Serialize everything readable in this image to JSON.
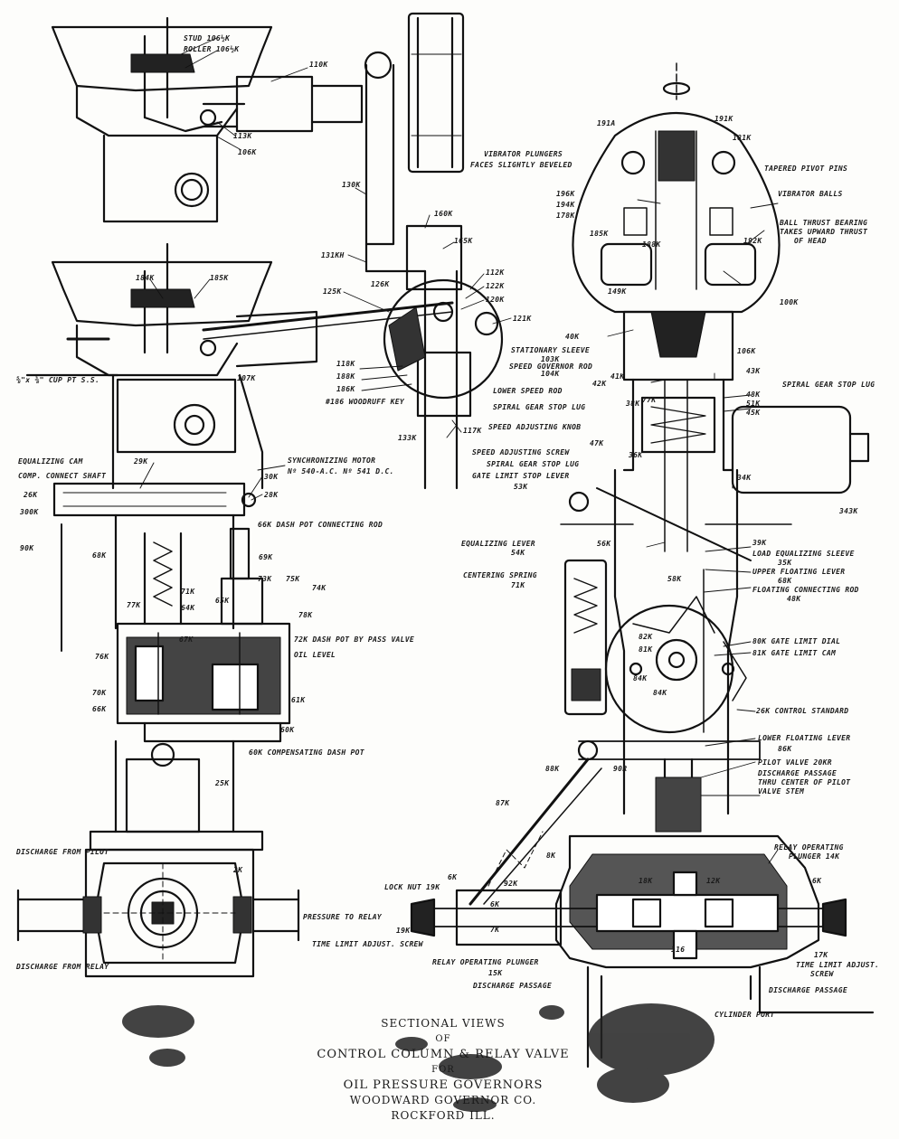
{
  "title_block": {
    "line1": "SECTIONAL VIEWS",
    "line2": "OF",
    "line3": "CONTROL COLUMN & RELAY VALVE",
    "line4": "FOR",
    "line5": "OIL PRESSURE GOVERNORS",
    "line6": "WOODWARD GOVERNOR CO.",
    "line7": "ROCKFORD          ILL."
  },
  "labels": [
    {
      "id": "stud",
      "text": "STUD 106½K"
    },
    {
      "id": "roller",
      "text": "ROLLER 106½K"
    },
    {
      "id": "l110k",
      "text": "110K"
    },
    {
      "id": "l113k",
      "text": "113K"
    },
    {
      "id": "l106k",
      "text": "106K"
    },
    {
      "id": "l130k",
      "text": "130K"
    },
    {
      "id": "l160k",
      "text": "160K"
    },
    {
      "id": "l165k",
      "text": "165K"
    },
    {
      "id": "l131kh",
      "text": "131KH"
    },
    {
      "id": "l126k",
      "text": "126K"
    },
    {
      "id": "l184k",
      "text": "184K"
    },
    {
      "id": "l185k",
      "text": "185K"
    },
    {
      "id": "l125k",
      "text": "125K"
    },
    {
      "id": "l112k",
      "text": "112K"
    },
    {
      "id": "l122k",
      "text": "122K"
    },
    {
      "id": "l120k",
      "text": "120K"
    },
    {
      "id": "l121k",
      "text": "121K"
    },
    {
      "id": "cup",
      "text": "⅝\"x ⅜\" CUP PT S.S."
    },
    {
      "id": "l118k",
      "text": "118K"
    },
    {
      "id": "l188k",
      "text": "188K"
    },
    {
      "id": "l186k",
      "text": "186K"
    },
    {
      "id": "woodruff",
      "text": "#186 WOODRUFF KEY"
    },
    {
      "id": "l107k",
      "text": "107K"
    },
    {
      "id": "l133k",
      "text": "133K"
    },
    {
      "id": "l117k",
      "text": "117K"
    },
    {
      "id": "synch",
      "text": "SYNCHRONIZING MOTOR"
    },
    {
      "id": "synchno",
      "text": "Nº 540-A.C. Nº 541 D.C."
    },
    {
      "id": "equal",
      "text": "EQUALIZING CAM"
    },
    {
      "id": "comp",
      "text": "COMP. CONNECT SHAFT"
    },
    {
      "id": "l29k",
      "text": "29K"
    },
    {
      "id": "l26k",
      "text": "26K"
    },
    {
      "id": "l300k",
      "text": "300K"
    },
    {
      "id": "l30k",
      "text": "30K"
    },
    {
      "id": "l28k",
      "text": "28K"
    },
    {
      "id": "l90k",
      "text": "90K"
    },
    {
      "id": "dashrod",
      "text": "66K DASH POT CONNECTING ROD"
    },
    {
      "id": "l68k",
      "text": "68K"
    },
    {
      "id": "l69k",
      "text": "69K"
    },
    {
      "id": "l77k",
      "text": "77K"
    },
    {
      "id": "l71k",
      "text": "71K"
    },
    {
      "id": "l64k",
      "text": "64K"
    },
    {
      "id": "l73k",
      "text": "73K"
    },
    {
      "id": "l75k",
      "text": "75K"
    },
    {
      "id": "l74k",
      "text": "74K"
    },
    {
      "id": "l78k",
      "text": "78K"
    },
    {
      "id": "l65k",
      "text": "65K"
    },
    {
      "id": "l67k",
      "text": "67K"
    },
    {
      "id": "l76k",
      "text": "76K"
    },
    {
      "id": "bypass",
      "text": "72K DASH POT BY PASS VALVE"
    },
    {
      "id": "oil",
      "text": "OIL LEVEL"
    },
    {
      "id": "l70k",
      "text": "70K"
    },
    {
      "id": "l66k",
      "text": "66K"
    },
    {
      "id": "l61k",
      "text": "61K"
    },
    {
      "id": "l60k",
      "text": "60K"
    },
    {
      "id": "compdash",
      "text": "60K COMPENSATING DASH POT"
    },
    {
      "id": "l25k",
      "text": "25K"
    },
    {
      "id": "dischpilot",
      "text": "DISCHARGE FROM PILOT"
    },
    {
      "id": "l2k",
      "text": "2K"
    },
    {
      "id": "pressrelay",
      "text": "PRESSURE TO RELAY"
    },
    {
      "id": "dischrelay",
      "text": "DISCHARGE FROM RELAY"
    },
    {
      "id": "timelimit",
      "text": "TIME LIMIT ADJUST. SCREW"
    },
    {
      "id": "l191a",
      "text": "191A"
    },
    {
      "id": "l191k",
      "text": "191K"
    },
    {
      "id": "vibplung",
      "text": "VIBRATOR PLUNGERS"
    },
    {
      "id": "vibplung2",
      "text": "FACES SLIGHTLY BEVELED"
    },
    {
      "id": "l181k",
      "text": "181K"
    },
    {
      "id": "tapered",
      "text": "TAPERED PIVOT PINS"
    },
    {
      "id": "vibballs",
      "text": "VIBRATOR BALLS"
    },
    {
      "id": "l196k",
      "text": "196K"
    },
    {
      "id": "l194k",
      "text": "194K"
    },
    {
      "id": "l178k",
      "text": "178K"
    },
    {
      "id": "l185k2",
      "text": "185K"
    },
    {
      "id": "l188k2",
      "text": "188K"
    },
    {
      "id": "l192k",
      "text": "192K"
    },
    {
      "id": "ballthrust",
      "text": "BALL THRUST BEARING"
    },
    {
      "id": "ballthrust2",
      "text": "TAKES UPWARD THRUST"
    },
    {
      "id": "ballthrust3",
      "text": "OF HEAD"
    },
    {
      "id": "l149k",
      "text": "149K"
    },
    {
      "id": "l100k",
      "text": "100K"
    },
    {
      "id": "l40k",
      "text": "40K"
    },
    {
      "id": "statsleeve",
      "text": "STATIONARY SLEEVE"
    },
    {
      "id": "l103k",
      "text": "103K"
    },
    {
      "id": "speedrod",
      "text": "SPEED GOVERNOR ROD"
    },
    {
      "id": "l104k",
      "text": "104K"
    },
    {
      "id": "l106k2",
      "text": "106K"
    },
    {
      "id": "l43k",
      "text": "43K"
    },
    {
      "id": "l41k",
      "text": "41K"
    },
    {
      "id": "l42k",
      "text": "42K"
    },
    {
      "id": "lowspeed",
      "text": "LOWER SPEED ROD"
    },
    {
      "id": "spiralstop",
      "text": "SPIRAL GEAR STOP LUG"
    },
    {
      "id": "l48k",
      "text": "48K"
    },
    {
      "id": "l51k",
      "text": "51K"
    },
    {
      "id": "l45k",
      "text": "45K"
    },
    {
      "id": "l38k",
      "text": "38K"
    },
    {
      "id": "l77k2",
      "text": "77K"
    },
    {
      "id": "spiralstop2",
      "text": "SPIRAL GEAR STOP LUG"
    },
    {
      "id": "speedadj",
      "text": "SPEED ADJUSTING KNOB"
    },
    {
      "id": "l47k",
      "text": "47K"
    },
    {
      "id": "speedscrew",
      "text": "SPEED ADJUSTING SCREW"
    },
    {
      "id": "l36k",
      "text": "36K"
    },
    {
      "id": "spiralstop3",
      "text": "SPIRAL GEAR STOP LUG"
    },
    {
      "id": "gatelimit",
      "text": "GATE LIMIT STOP LEVER"
    },
    {
      "id": "l53k",
      "text": "53K"
    },
    {
      "id": "l34k",
      "text": "34K"
    },
    {
      "id": "l343k",
      "text": "343K"
    },
    {
      "id": "equlever",
      "text": "EQUALIZING LEVER"
    },
    {
      "id": "l54k",
      "text": "54K"
    },
    {
      "id": "l56k",
      "text": "56K"
    },
    {
      "id": "l39k",
      "text": "39K"
    },
    {
      "id": "loadequal",
      "text": "LOAD EQUALIZING SLEEVE"
    },
    {
      "id": "l35k",
      "text": "35K"
    },
    {
      "id": "upperfloat",
      "text": "UPPER FLOATING LEVER"
    },
    {
      "id": "l68k2",
      "text": "68K"
    },
    {
      "id": "centspring",
      "text": "CENTERING SPRING"
    },
    {
      "id": "l71k2",
      "text": "71K"
    },
    {
      "id": "l58k",
      "text": "58K"
    },
    {
      "id": "floatconn",
      "text": "FLOATING CONNECTING ROD"
    },
    {
      "id": "l48k2",
      "text": "48K"
    },
    {
      "id": "l82k",
      "text": "82K"
    },
    {
      "id": "l81k",
      "text": "81K"
    },
    {
      "id": "l84k",
      "text": "84K"
    },
    {
      "id": "l84k2",
      "text": "84K"
    },
    {
      "id": "gatedial",
      "text": "80K GATE LIMIT DIAL"
    },
    {
      "id": "gatecam",
      "text": "81K GATE LIMIT CAM"
    },
    {
      "id": "ctrlstd",
      "text": "26K CONTROL STANDARD"
    },
    {
      "id": "l88k",
      "text": "88K"
    },
    {
      "id": "l90r",
      "text": "90R"
    },
    {
      "id": "lowfloat",
      "text": "LOWER FLOATING LEVER"
    },
    {
      "id": "l86k",
      "text": "86K"
    },
    {
      "id": "pilotvalve",
      "text": "PILOT VALVE 20KR"
    },
    {
      "id": "dischpass",
      "text": "DISCHARGE PASSAGE"
    },
    {
      "id": "dischpass2",
      "text": "THRU CENTER OF PILOT"
    },
    {
      "id": "dischpass3",
      "text": "VALVE STEM"
    },
    {
      "id": "l87k",
      "text": "87K"
    },
    {
      "id": "l8k",
      "text": "8K"
    },
    {
      "id": "relayop",
      "text": "RELAY OPERATING"
    },
    {
      "id": "relayop2",
      "text": "PLUNGER 14K"
    },
    {
      "id": "locknut",
      "text": "LOCK NUT 19K"
    },
    {
      "id": "l6k",
      "text": "6K"
    },
    {
      "id": "l92k",
      "text": "92K"
    },
    {
      "id": "l18k",
      "text": "18K"
    },
    {
      "id": "l12k",
      "text": "12K"
    },
    {
      "id": "l6k2",
      "text": "6K"
    },
    {
      "id": "l19k",
      "text": "19K"
    },
    {
      "id": "l7k",
      "text": "7K"
    },
    {
      "id": "l6k3",
      "text": "6K"
    },
    {
      "id": "l17k",
      "text": "17K"
    },
    {
      "id": "timeadj",
      "text": "TIME LIMIT ADJUST."
    },
    {
      "id": "timeadj2",
      "text": "SCREW"
    },
    {
      "id": "relayplunger",
      "text": "RELAY OPERATING PLUNGER"
    },
    {
      "id": "l15k",
      "text": "15K"
    },
    {
      "id": "dischpassage",
      "text": "DISCHARGE PASSAGE"
    },
    {
      "id": "dischpassage2",
      "text": "DISCHARGE PASSAGE"
    },
    {
      "id": "cylport",
      "text": "CYLINDER PORT"
    },
    {
      "id": "l116",
      "text": "116"
    }
  ]
}
